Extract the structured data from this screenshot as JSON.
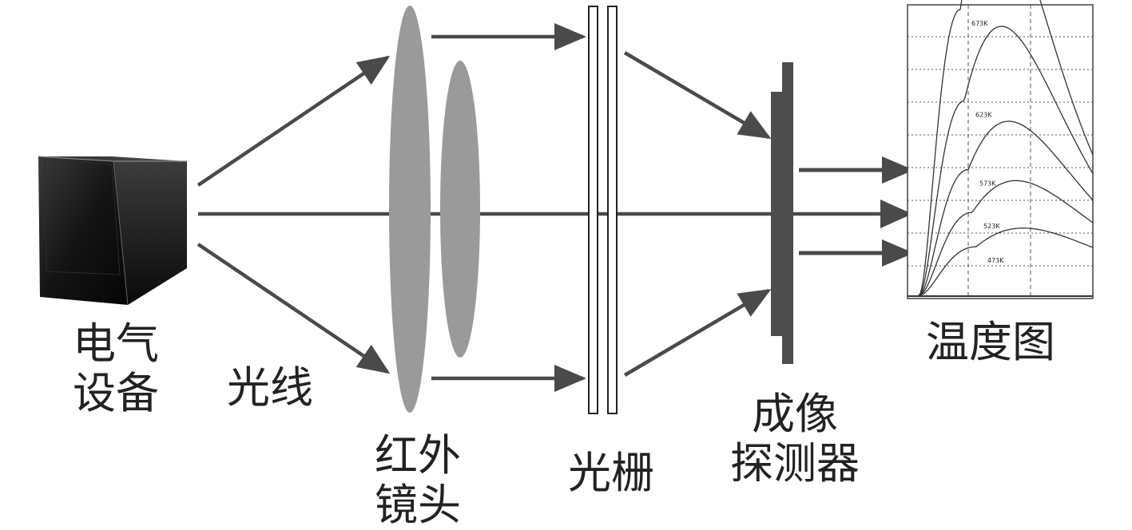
{
  "labels": {
    "device_line1": "电气",
    "device_line2": "设备",
    "light": "光线",
    "lens_line1": "红外",
    "lens_line2": "镜头",
    "grating": "光栅",
    "detector_line1": "成像",
    "detector_line2": "探测器",
    "thermogram": "温度图"
  },
  "curves": [
    {
      "name": "673K",
      "peak": 1.0
    },
    {
      "name": "623K",
      "peak": 0.68
    },
    {
      "name": "573K",
      "peak": 0.44
    },
    {
      "name": "523K",
      "peak": 0.29
    },
    {
      "name": "473K",
      "peak": 0.17
    }
  ],
  "colors": {
    "arrow": "#4a4a4a",
    "lens": "#9a9a9a",
    "detector": "#4d4d4d",
    "cube_dark": "#111111",
    "grid": "#555555",
    "curve": "#333333"
  }
}
